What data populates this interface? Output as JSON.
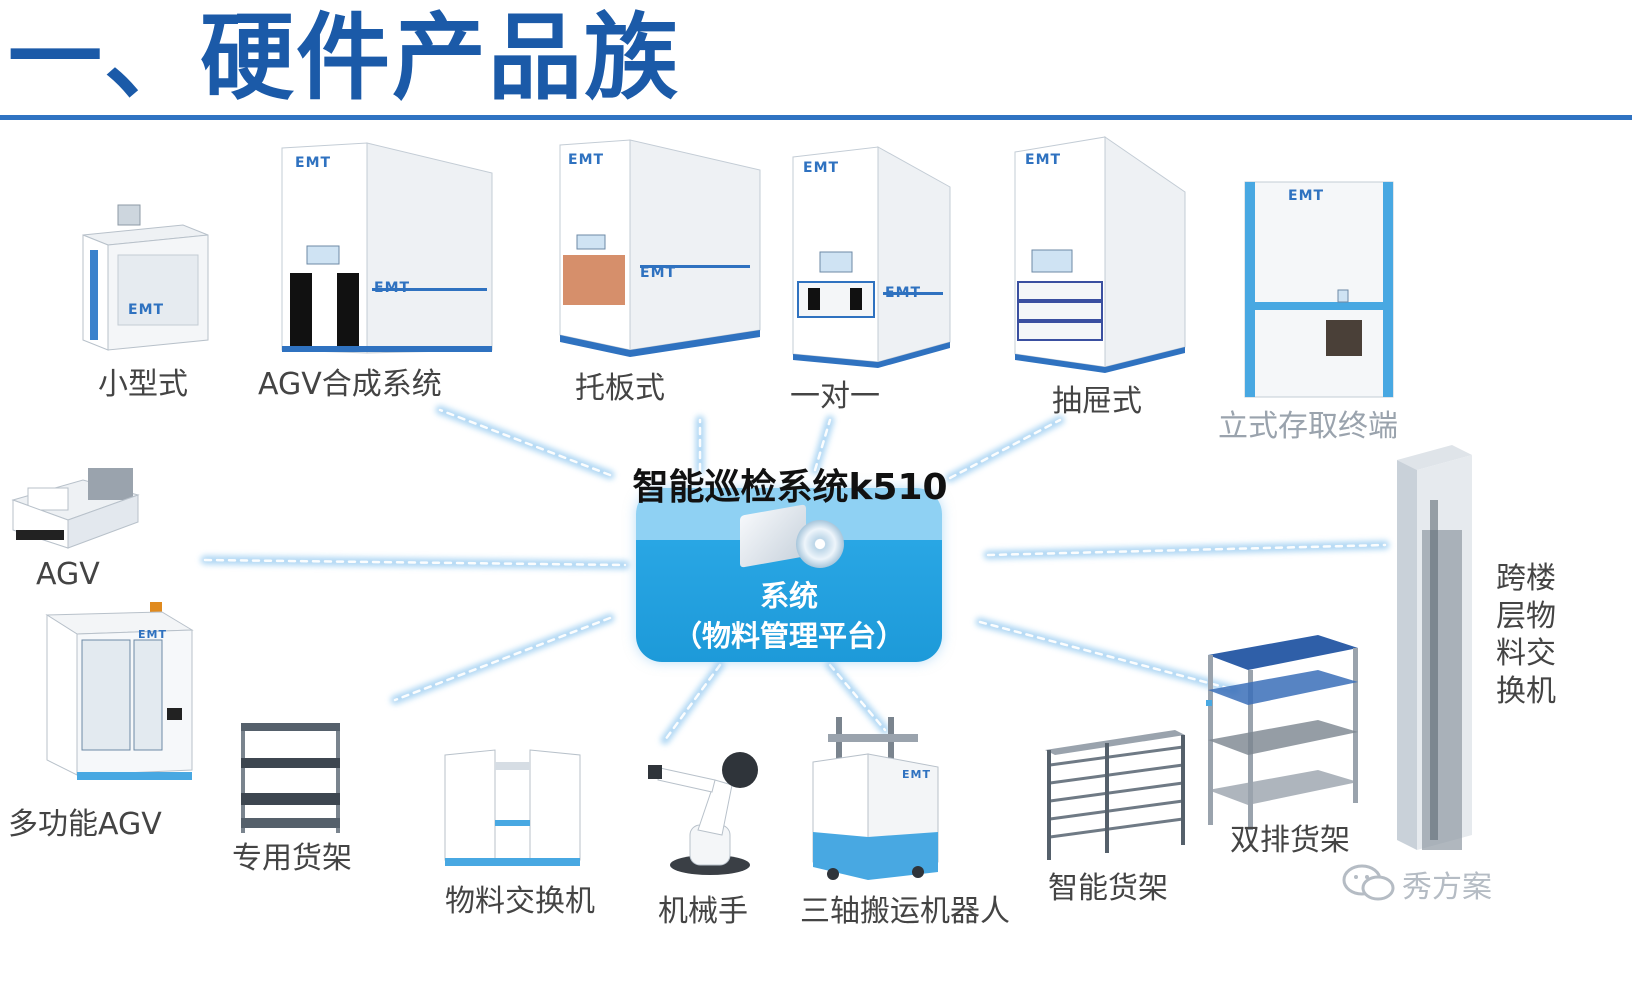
{
  "title": "一、硬件产品族",
  "hub": {
    "heading": "智能巡检系统k510",
    "line1": "系统",
    "line2": "（物料管理平台）"
  },
  "products": {
    "small": "小型式",
    "agv_synth": "AGV合成系统",
    "pallet": "托板式",
    "one_to_one": "一对一",
    "drawer": "抽屉式",
    "vertical_terminal": "立式存取终端",
    "agv": "AGV",
    "multi_agv": "多功能AGV",
    "special_rack": "专用货架",
    "material_exchanger": "物料交换机",
    "robot_arm": "机械手",
    "three_axis": "三轴搬运机器人",
    "smart_rack": "智能货架",
    "double_rack": "双排货架",
    "cross_floor": "跨楼层物料交换机"
  },
  "brand": "EMT",
  "watermark": "秀方案",
  "colors": {
    "title": "#1b5aa8",
    "rule": "#2f73c2",
    "hub_top": "#8fd1f3",
    "hub_bottom": "#1d9ad9",
    "link": "#a7d3f3",
    "machine_accent": "#2f72c0"
  }
}
